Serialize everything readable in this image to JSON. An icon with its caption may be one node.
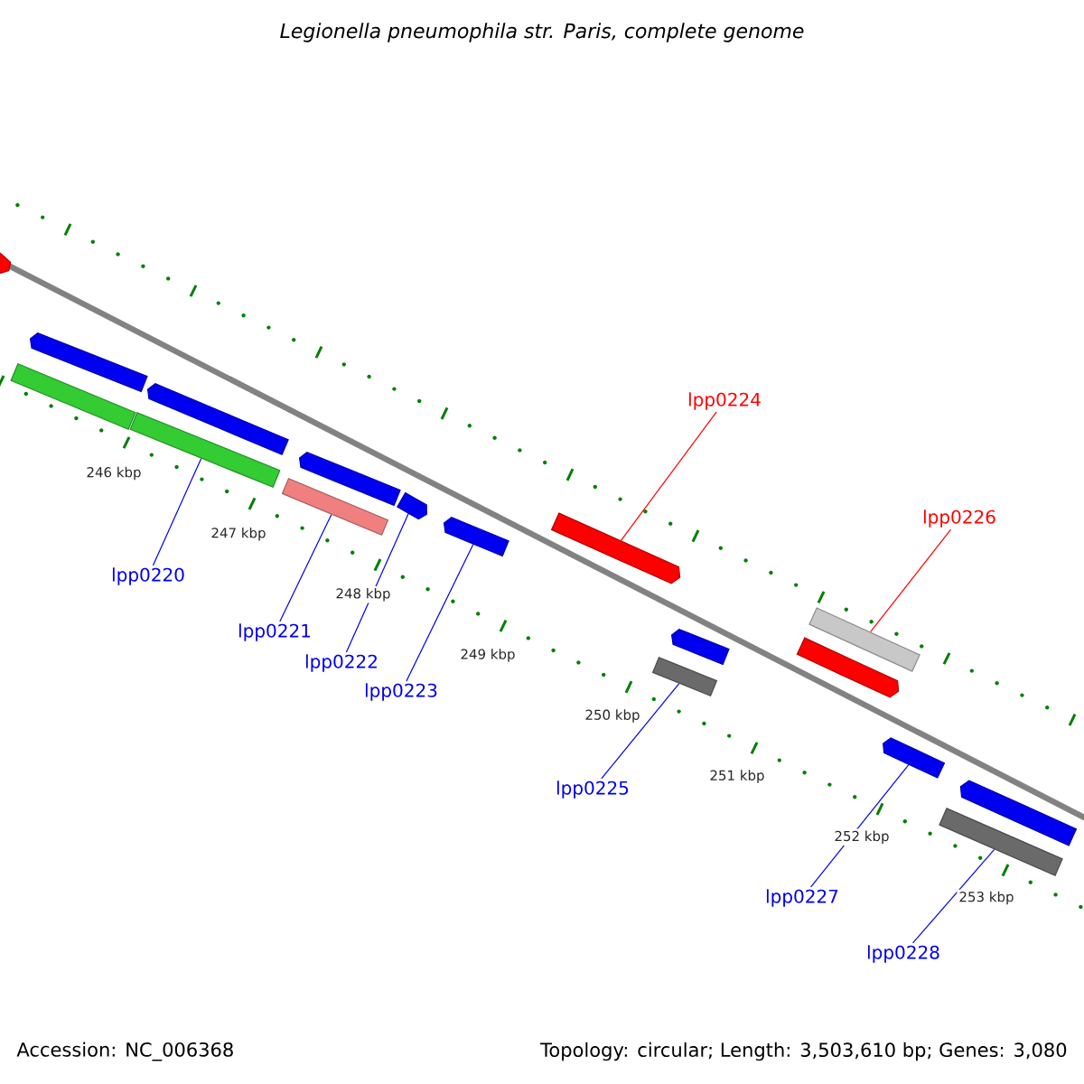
{
  "diagram": {
    "title": "Legionella pneumophila str. Paris, complete genome",
    "nodes": [
      {
        "text": [],
        "shape": "arrow"
      },
      {
        "text": [],
        "shape": "bar"
      },
      {
        "text": [],
        "shape": "arrow"
      },
      {
        "text": [],
        "shape": "bar"
      },
      {
        "text": [],
        "shape": "arrow"
      },
      {
        "text": [],
        "shape": "bar"
      },
      {
        "text": [],
        "shape": "arrow"
      },
      {
        "text": [],
        "shape": "arrow"
      },
      {
        "text": [],
        "shape": "arrow"
      },
      {
        "text": [],
        "shape": "arrow"
      },
      {
        "text": [],
        "shape": "bar"
      },
      {
        "text": [],
        "shape": "arrow"
      },
      {
        "text": [],
        "shape": "arrow"
      },
      {
        "text": [],
        "shape": "bar"
      },
      {
        "text": [],
        "shape": "arrow"
      },
      {
        "text": [],
        "shape": "bar"
      },
      {
        "text": [],
        "shape": "arrow"
      },
      {
        "text": [
          "lpp0220"
        ]
      },
      {
        "text": [
          "lpp0221"
        ]
      },
      {
        "text": [
          "lpp0222"
        ]
      },
      {
        "text": [
          "lpp0223"
        ]
      },
      {
        "text": [
          "lpp0224"
        ]
      },
      {
        "text": [
          "lpp0225"
        ]
      },
      {
        "text": [
          "lpp0226"
        ]
      },
      {
        "text": [
          "lpp0227"
        ]
      },
      {
        "text": [
          "lpp0228"
        ]
      }
    ],
    "edges": [
      {
        "from": 17,
        "to": 3,
        "arrow": "none"
      },
      {
        "from": 18,
        "to": 5,
        "arrow": "none"
      },
      {
        "from": 19,
        "to": 7,
        "arrow": "none"
      },
      {
        "from": 20,
        "to": 8,
        "arrow": "none"
      },
      {
        "from": 21,
        "to": 9,
        "arrow": "none",
        "color": "#ff0000"
      },
      {
        "from": 22,
        "to": 10,
        "arrow": "none"
      },
      {
        "from": 23,
        "to": 13,
        "arrow": "none",
        "color": "#ff0000"
      },
      {
        "from": 24,
        "to": 14,
        "arrow": "none"
      },
      {
        "from": 25,
        "to": 15,
        "arrow": "none"
      }
    ],
    "labels": [
      "246 kbp",
      "247 kbp",
      "248 kbp",
      "249 kbp",
      "250 kbp",
      "251 kbp",
      "252 kbp",
      "253 kbp",
      "Accession: NC_006368",
      "Topology: circular; Length: 3,503,610 bp; Genes: 3,080"
    ]
  }
}
